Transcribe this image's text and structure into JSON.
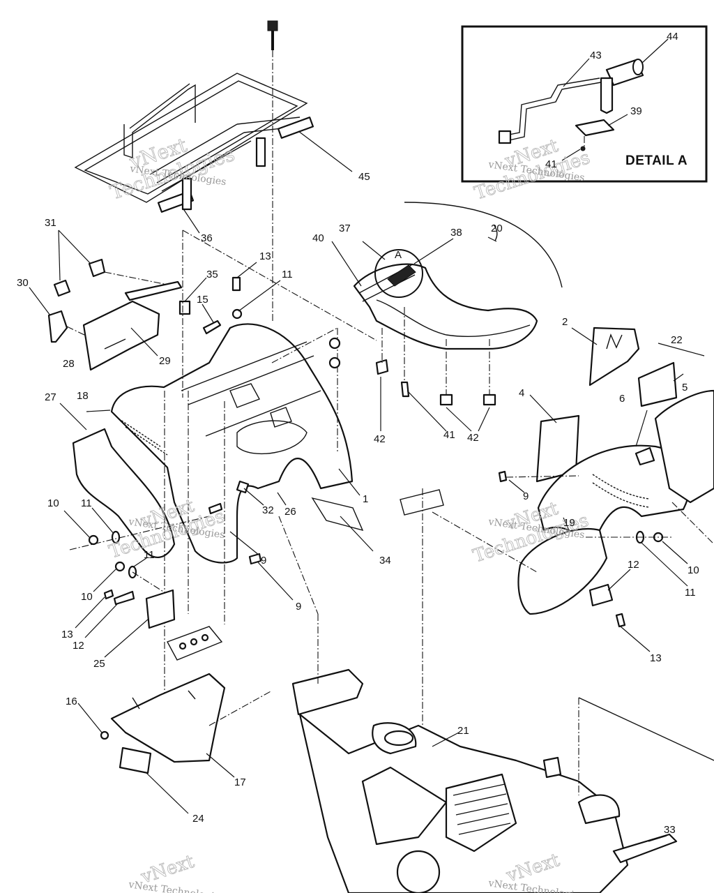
{
  "diagram": {
    "detail_box_title": "DETAIL A",
    "detail_marker": "A",
    "watermark_line1": "vNext",
    "watermark_line2": "Technologies",
    "watermark_small": "vNext Technologies",
    "callouts": [
      "44",
      "43",
      "39",
      "41",
      "45",
      "36",
      "31",
      "30",
      "35",
      "13",
      "11",
      "15",
      "29",
      "28",
      "27",
      "18",
      "10",
      "11",
      "10",
      "11",
      "13",
      "12",
      "25",
      "16",
      "17",
      "24",
      "32",
      "26",
      "34",
      "9",
      "9",
      "1",
      "37",
      "38",
      "20",
      "40",
      "42",
      "41",
      "42",
      "2",
      "22",
      "6",
      "5",
      "4",
      "9",
      "19",
      "10",
      "11",
      "12",
      "13",
      "21",
      "33"
    ]
  }
}
